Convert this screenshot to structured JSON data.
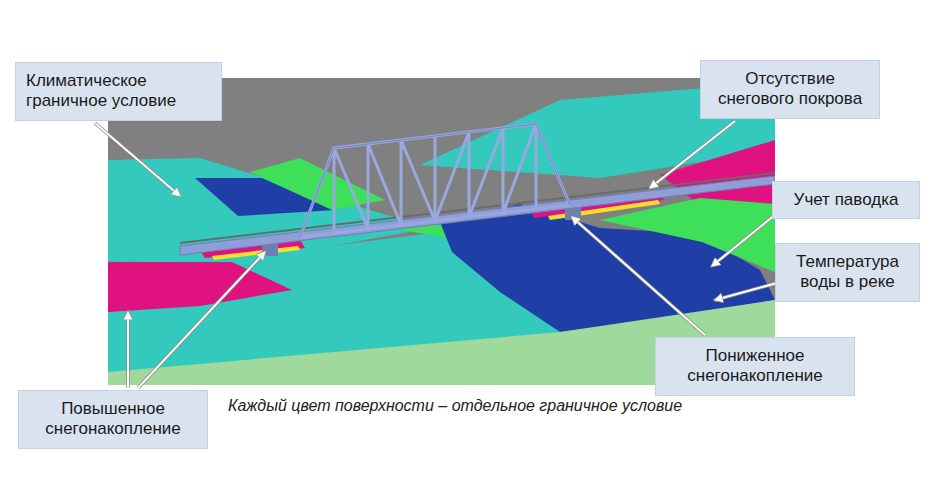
{
  "diagram": {
    "caption": "Каждый цвет поверхности – отдельное граничное условие",
    "nodes": [
      {
        "text": [
          "Климатическое граничное условие"
        ]
      },
      {
        "text": [
          "Отсутствие снегового покрова"
        ]
      },
      {
        "text": [
          "Учет паводка"
        ]
      },
      {
        "text": [
          "Температура воды в реке"
        ]
      },
      {
        "text": [
          "Пониженное снегонакопление"
        ]
      },
      {
        "text": [
          "Повышенное снегонакопление"
        ]
      }
    ]
  }
}
